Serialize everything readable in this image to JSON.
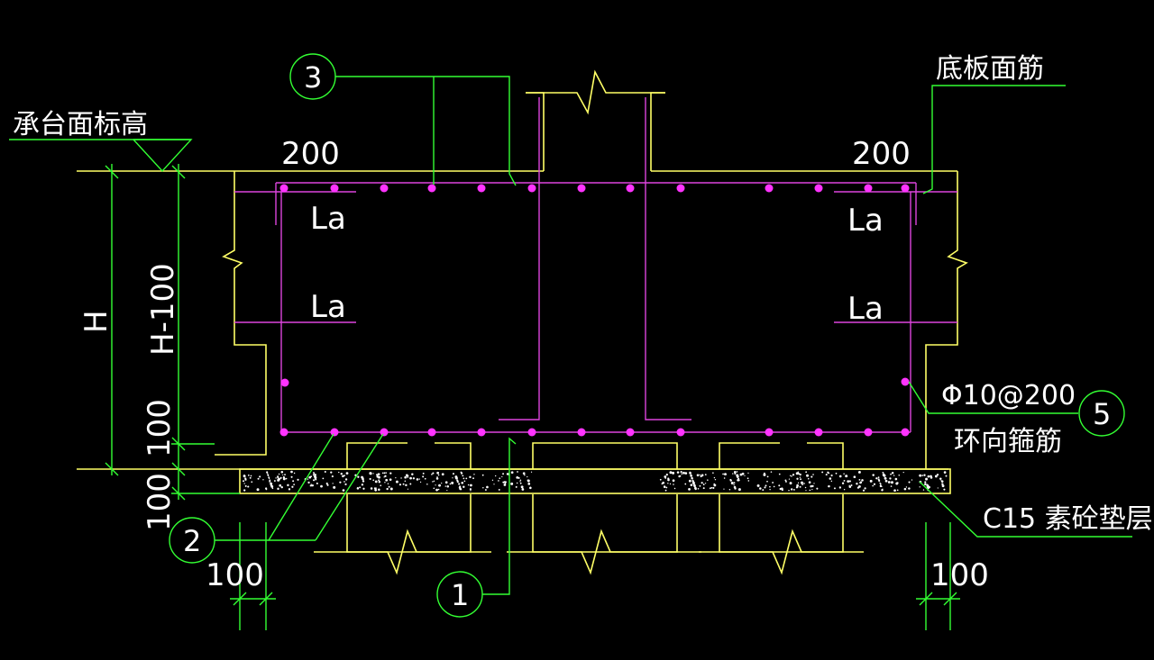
{
  "colors": {
    "background": "#000000",
    "concrete": "#ffff66",
    "dimension": "#33ff33",
    "rebar": "#ff33ff",
    "rebar_line": "#dd44dd",
    "text": "#ffffff",
    "leader": "#33ff33"
  },
  "labels": {
    "cap_top_elevation": "承台面标高",
    "slab_top_rebar": "底板面筋",
    "hoop_spec": "Φ10@200",
    "hoop_name": "环向箍筋",
    "cushion": "C15 素砼垫层"
  },
  "anchorage": {
    "top_left": "La",
    "mid_left": "La",
    "top_right": "La",
    "mid_right": "La"
  },
  "dimensions": {
    "top_left": "200",
    "top_right": "200",
    "height_total": "H",
    "height_inner": "H-100",
    "height_bottom_cover": "100",
    "cushion_thickness": "100",
    "bottom_left": "100",
    "bottom_right": "100"
  },
  "callouts": {
    "c1": "1",
    "c2": "2",
    "c3": "3",
    "c5": "5"
  },
  "icons": {
    "elevation_marker": "elevation-triangle-icon",
    "break_line": "break-line-icon"
  }
}
